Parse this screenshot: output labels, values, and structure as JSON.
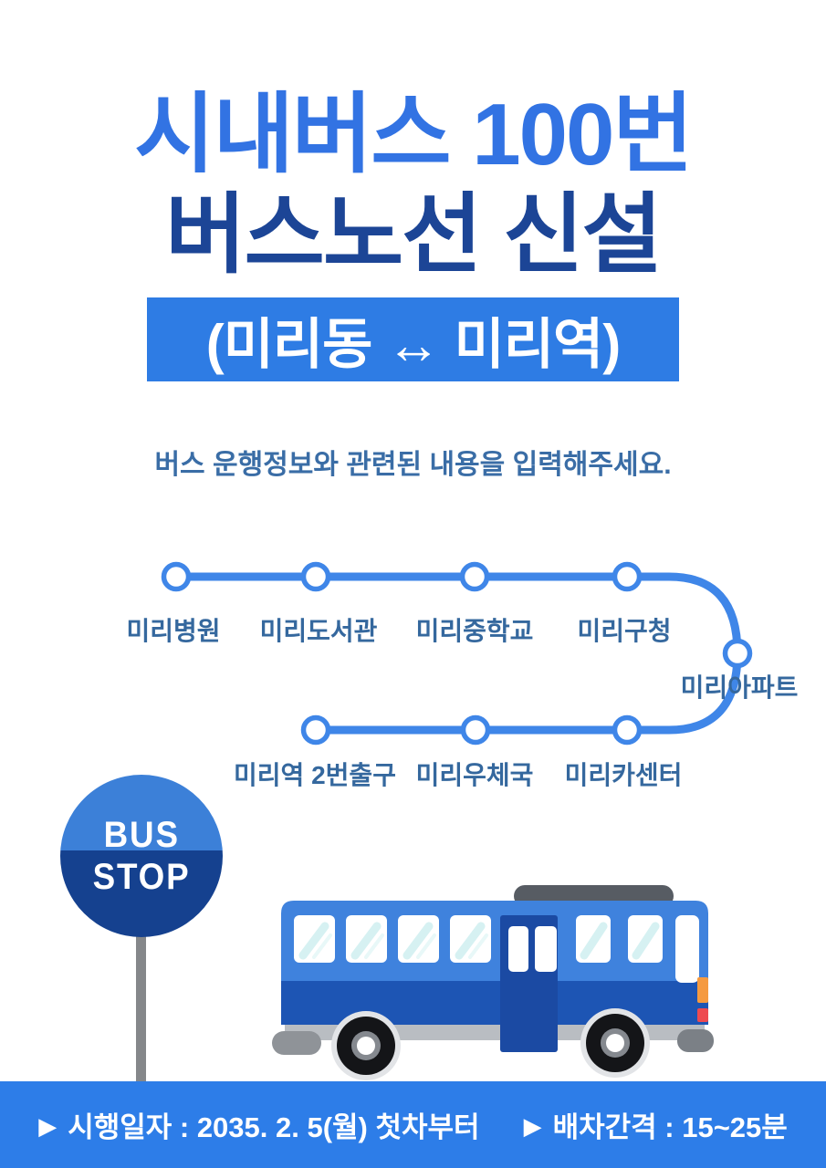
{
  "poster": {
    "title_line1": "시내버스 100번",
    "title_line2": "버스노선 신설",
    "banner": "(미리동 ↔ 미리역)",
    "subtitle": "버스 운행정보와 관련된 내용을 입력해주세요."
  },
  "route": {
    "stops": [
      "미리병원",
      "미리도서관",
      "미리중학교",
      "미리구청",
      "미리아파트",
      "미리역 2번출구",
      "미리우체국",
      "미리카센터"
    ]
  },
  "sign": {
    "line1": "BUS",
    "line2": "STOP"
  },
  "footer": {
    "marker": "▶",
    "start_date": "시행일자 :  2035. 2. 5(월) 첫차부터",
    "interval": "배차간격 : 15~25분"
  },
  "icons": {
    "bus_illustration": "bus-icon",
    "bus_stop_sign": "bus-stop-sign",
    "footer_marker": "play-triangle-icon"
  },
  "colors": {
    "title-primary": "#3273e3",
    "title-secondary": "#1c4596",
    "banner-bg": "#2e7ce4",
    "subtitle-text": "#3a6da6",
    "route-line": "#3f86e8",
    "stop-label": "#35689e",
    "sign-top": "#3c80d8",
    "sign-bottom": "#15418f",
    "pole-gray": "#85878a",
    "footer-bg": "#2d7de8",
    "bus-body": "#3f82dd",
    "bus-band": "#1d55b4",
    "bus-door": "#1b4aa3"
  }
}
